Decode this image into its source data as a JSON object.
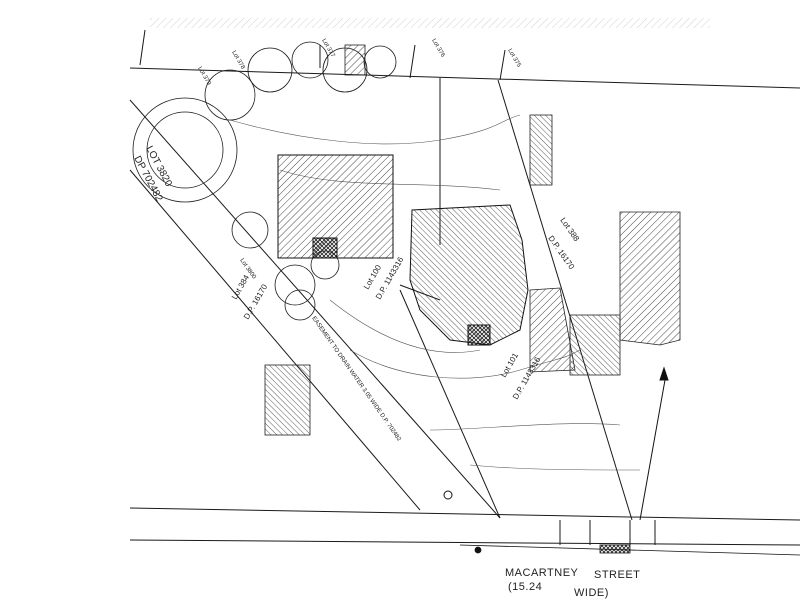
{
  "lots": {
    "lot_379": "Lot 379",
    "lot_378": "Lot 378",
    "lot_377": "Lot 377",
    "lot_376": "Lot 376",
    "lot_375": "Lot 375",
    "lot_3820": "LOT 3820",
    "dp_702482": "DP 702482",
    "lot_3800": "Lot 3800",
    "lot_384": "Lot 384",
    "dp_16170_left": "D.P. 16170",
    "lot_100": "Lot 100",
    "dp_1143316_a": "D.P. 1143316",
    "lot_101": "Lot 101",
    "dp_1143316_b": "D.P. 1143316",
    "lot_388": "Lot 388",
    "dp_16170_right": "D.P. 16170"
  },
  "easement": {
    "line1": "EASEMENT TO DRAIN WATER 3.05 WIDE D.P. 702482"
  },
  "street": {
    "name": "MACARTNEY",
    "suffix": "STREET",
    "width": "(15.24",
    "wide": "WIDE)"
  },
  "colors": {
    "line": "#1a1a1a",
    "hatch": "#333333",
    "background": "#ffffff"
  }
}
